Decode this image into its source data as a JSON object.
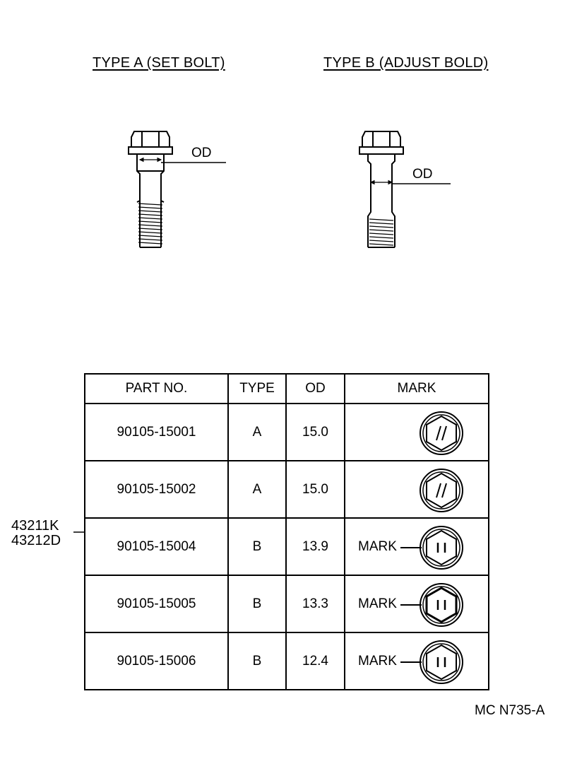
{
  "titles": {
    "type_a": "TYPE A (SET BOLT)",
    "type_b": "TYPE B (ADJUST BOLD)"
  },
  "dimension_label": "OD",
  "table": {
    "headers": [
      "PART NO.",
      "TYPE",
      "OD",
      "MARK"
    ],
    "rows": [
      {
        "part_no": "90105-15001",
        "type": "A",
        "od": "15.0",
        "mark_label": "",
        "mark_symbol": "slashes"
      },
      {
        "part_no": "90105-15002",
        "type": "A",
        "od": "15.0",
        "mark_label": "",
        "mark_symbol": "slashes"
      },
      {
        "part_no": "90105-15004",
        "type": "B",
        "od": "13.9",
        "mark_label": "MARK",
        "mark_symbol": "bars"
      },
      {
        "part_no": "90105-15005",
        "type": "B",
        "od": "13.3",
        "mark_label": "MARK",
        "mark_symbol": "bars"
      },
      {
        "part_no": "90105-15006",
        "type": "B",
        "od": "12.4",
        "mark_label": "MARK",
        "mark_symbol": "bars"
      }
    ]
  },
  "assembly_refs": [
    "43211K",
    "43212D"
  ],
  "figure_code": "MC N735-A"
}
